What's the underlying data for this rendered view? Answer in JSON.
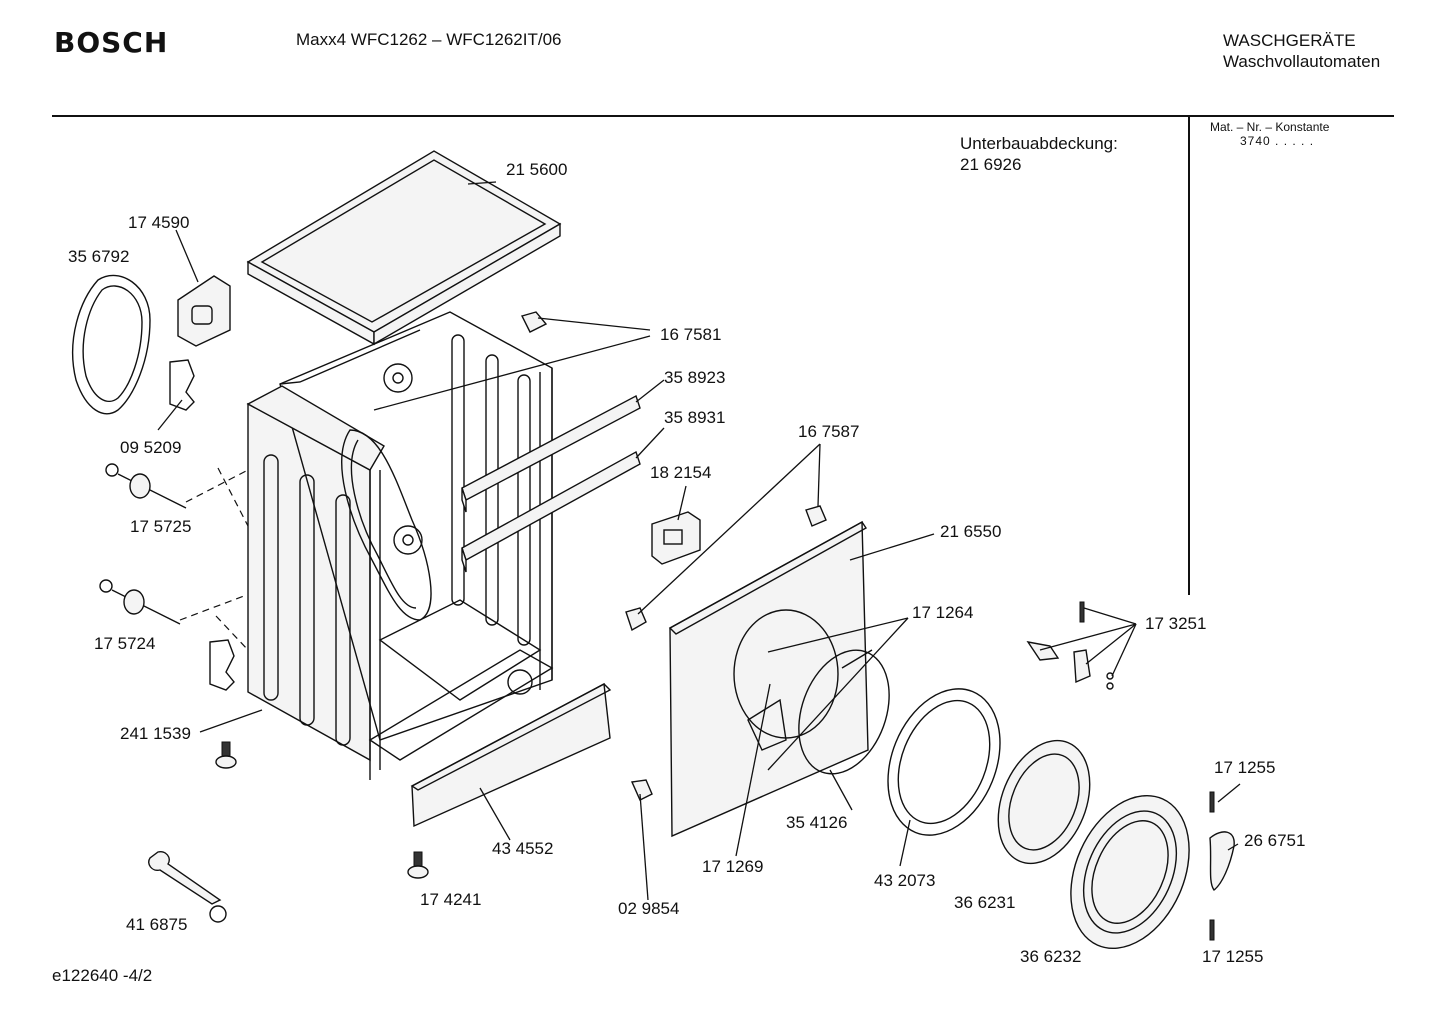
{
  "header": {
    "brand": "BOSCH",
    "model": "Maxx4 WFC1262 – WFC1262IT/06",
    "category_line1": "WASCHGERÄTE",
    "category_line2": "Waschvollautomaten"
  },
  "info": {
    "mat_label": "Mat. – Nr. – Konstante",
    "mat_value": "3740  .  .  .  .  .",
    "cover_label": "Unterbauabdeckung:",
    "cover_number": "21 6926"
  },
  "footer": {
    "code": "e122640 -4/2"
  },
  "parts": [
    "21 5600",
    "17 4590",
    "35 6792",
    "16 7581",
    "35 8923",
    "35 8931",
    "09 5209",
    "16 7587",
    "18 2154",
    "17 5725",
    "21 6550",
    "17 1264",
    "17 3251",
    "17 5724",
    "241 1539",
    "17 1255",
    "35 4126",
    "43 4552",
    "26 6751",
    "17 1269",
    "43 2073",
    "36 6231",
    "41 6875",
    "17 4241",
    "02 9854",
    "36 6232",
    "17 1255"
  ]
}
